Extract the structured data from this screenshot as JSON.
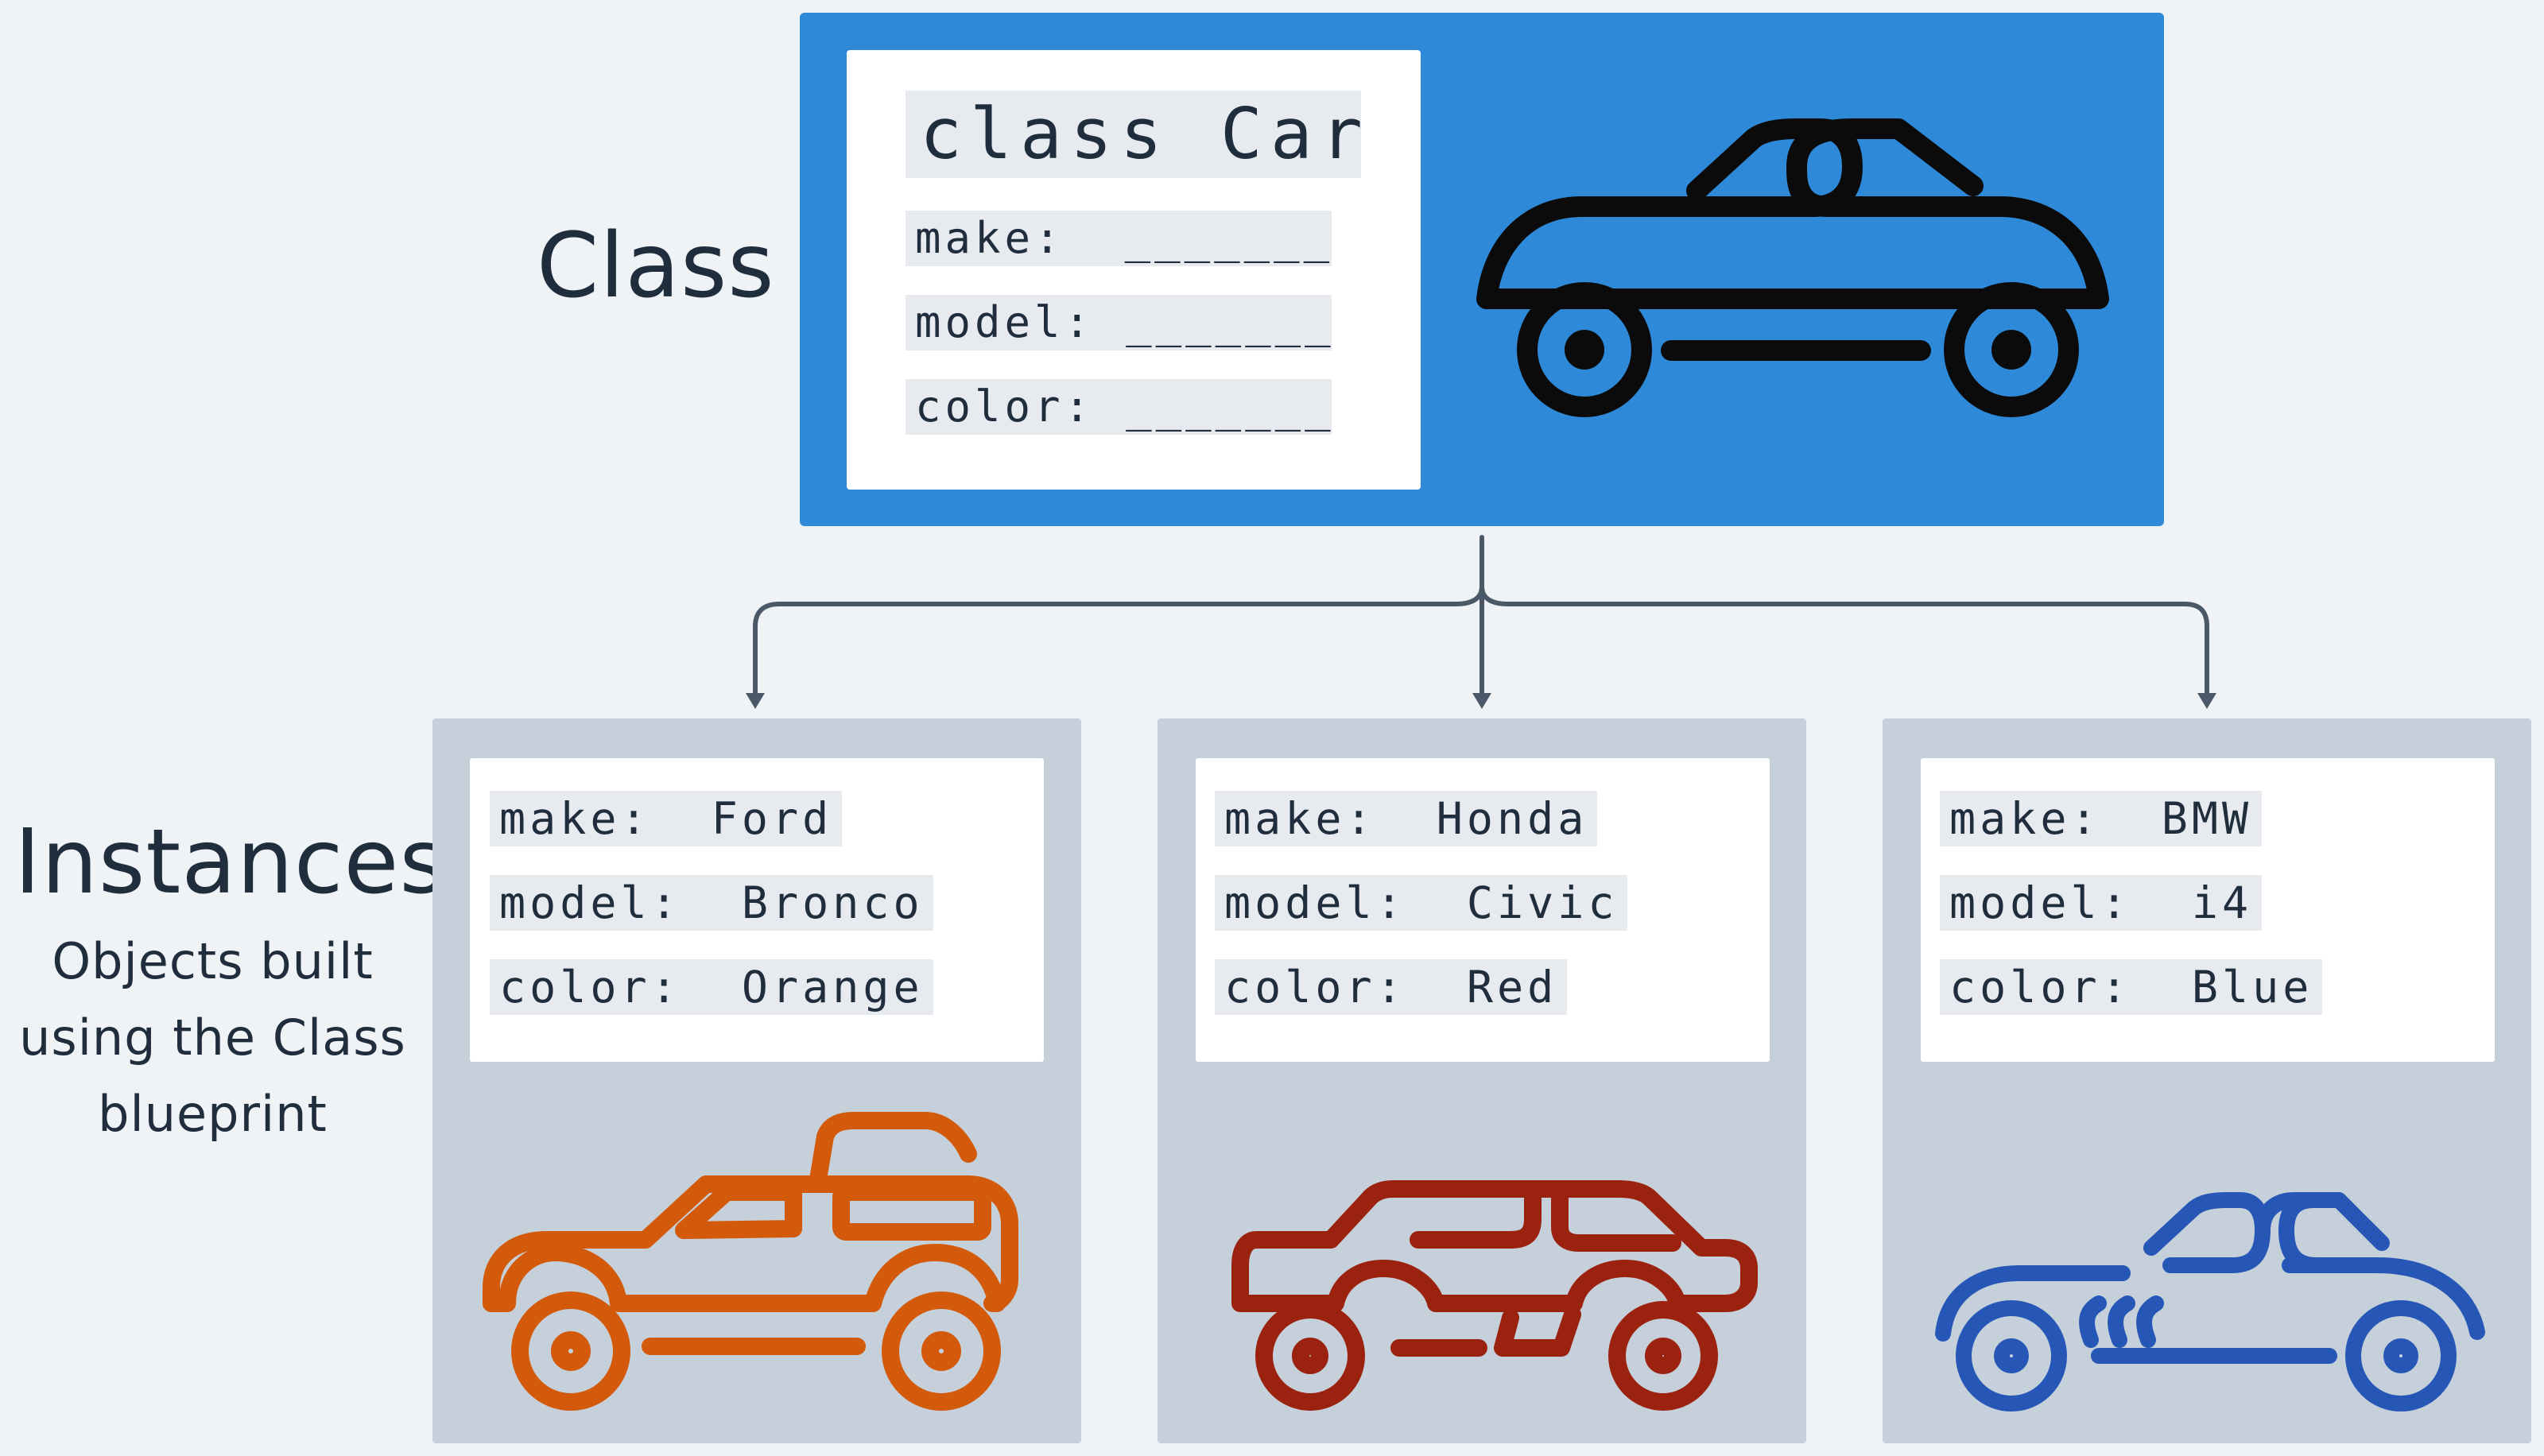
{
  "labels": {
    "class_heading": "Class",
    "instances_heading": "Instances",
    "instances_caption": [
      "Objects built",
      "using the Class",
      "blueprint"
    ]
  },
  "class_definition": {
    "title": "class Car",
    "fields": [
      {
        "label": "make:",
        "value": "_______"
      },
      {
        "label": "model:",
        "value": "_______"
      },
      {
        "label": "color:",
        "value": "_______"
      }
    ],
    "icon": "sports-car-icon"
  },
  "instances": [
    {
      "make": "Ford",
      "model": "Bronco",
      "color": "Orange",
      "icon": "suv-icon",
      "icon_color": "#d35a0a"
    },
    {
      "make": "Honda",
      "model": "Civic",
      "color": "Red",
      "icon": "hatchback-icon",
      "icon_color": "#9b220f"
    },
    {
      "make": "BMW",
      "model": "i4",
      "color": "Blue",
      "icon": "roadster-icon",
      "icon_color": "#2757b6"
    }
  ],
  "colors": {
    "class_panel": "#2e89d8",
    "instance_panel": "#c5d0da",
    "connector": "#4a5867",
    "text": "#1f2d3d"
  }
}
